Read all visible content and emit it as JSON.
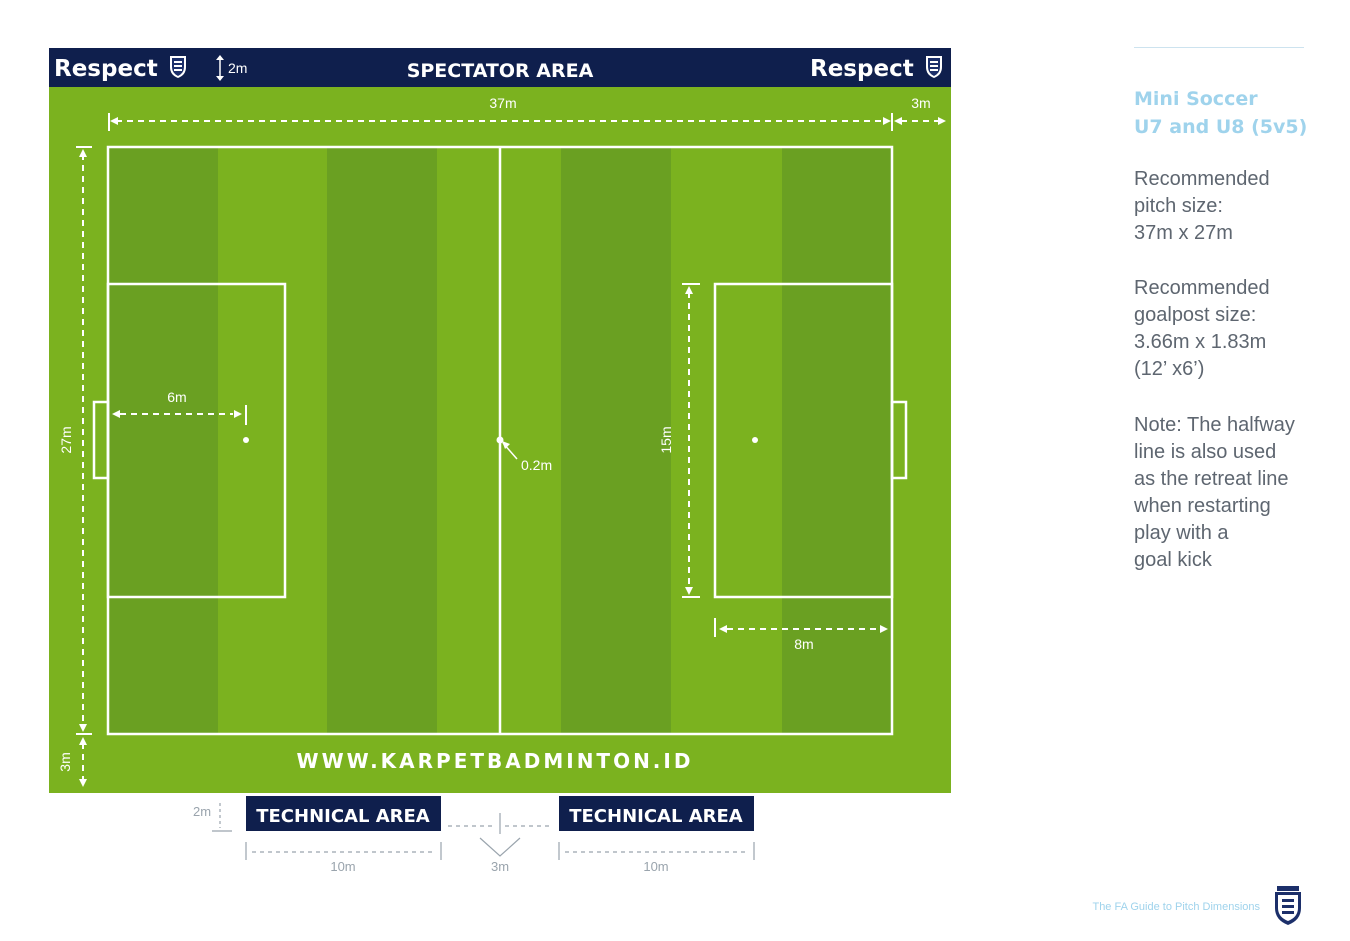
{
  "banner": {
    "brand_left": "Respect",
    "brand_right": "Respect",
    "gap_label": "2m",
    "title": "SPECTATOR AREA"
  },
  "dimensions": {
    "top_length": "37m",
    "top_margin": "3m",
    "side_width": "27m",
    "bottom_margin": "3m",
    "penalty_mark": "6m",
    "centre_spot": "0.2m",
    "area_width": "15m",
    "area_depth": "8m"
  },
  "watermark": "WWW.KARPETBADMINTON.ID",
  "technical": {
    "left_label": "TECHNICAL AREA",
    "right_label": "TECHNICAL AREA",
    "depth": "2m",
    "left_width": "10m",
    "right_width": "10m",
    "gap": "3m"
  },
  "sidebar": {
    "title_lines": [
      "Mini Soccer",
      "U7 and U8 (5v5)"
    ],
    "pitch_size_lines": [
      "Recommended",
      "pitch size:",
      "37m x 27m"
    ],
    "goalpost_lines": [
      "Recommended",
      "goalpost size:",
      "3.66m x 1.83m",
      "(12’ x6’)"
    ],
    "note_lines": [
      "Note: The halfway",
      "line is also used",
      "as the retreat line",
      "when restarting",
      "play with a",
      "goal kick"
    ]
  },
  "footer": {
    "text": "The FA Guide to Pitch Dimensions",
    "crest_icon": "three-lions-crest-icon"
  },
  "colors": {
    "banner": "#0f1f4d",
    "grass_light": "#7bb21f",
    "grass_dark": "#6aa022",
    "accent_text": "#9fd3ec",
    "body_text": "#5e6670"
  }
}
